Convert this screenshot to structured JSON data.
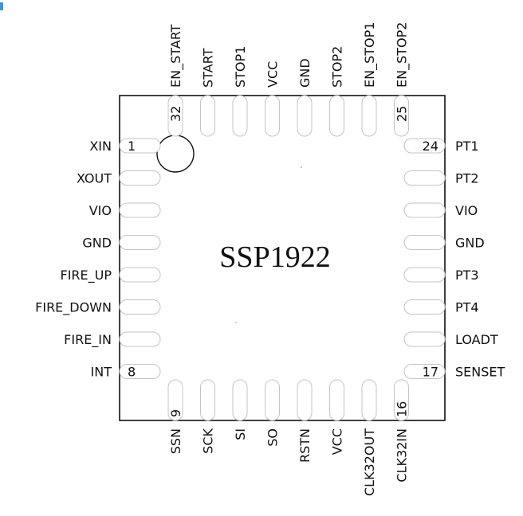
{
  "chip": {
    "name": "SSP1922"
  },
  "pins": {
    "left": [
      {
        "number": "1",
        "name": "XIN"
      },
      {
        "number": "",
        "name": "XOUT"
      },
      {
        "number": "",
        "name": "VIO"
      },
      {
        "number": "",
        "name": "GND"
      },
      {
        "number": "",
        "name": "FIRE_UP"
      },
      {
        "number": "",
        "name": "FIRE_DOWN"
      },
      {
        "number": "",
        "name": "FIRE_IN"
      },
      {
        "number": "8",
        "name": "INT"
      }
    ],
    "bottom": [
      {
        "number": "9",
        "name": "SSN"
      },
      {
        "number": "",
        "name": "SCK"
      },
      {
        "number": "",
        "name": "SI"
      },
      {
        "number": "",
        "name": "SO"
      },
      {
        "number": "",
        "name": "RSTN"
      },
      {
        "number": "",
        "name": "VCC"
      },
      {
        "number": "",
        "name": "CLK32OUT"
      },
      {
        "number": "16",
        "name": "CLK32IN"
      }
    ],
    "right": [
      {
        "number": "24",
        "name": "PT1"
      },
      {
        "number": "",
        "name": "PT2"
      },
      {
        "number": "",
        "name": "VIO"
      },
      {
        "number": "",
        "name": "GND"
      },
      {
        "number": "",
        "name": "PT3"
      },
      {
        "number": "",
        "name": "PT4"
      },
      {
        "number": "",
        "name": "LOADT"
      },
      {
        "number": "17",
        "name": "SENSET"
      }
    ],
    "top": [
      {
        "number": "32",
        "name": "EN_START"
      },
      {
        "number": "",
        "name": "START"
      },
      {
        "number": "",
        "name": "STOP1"
      },
      {
        "number": "",
        "name": "VCC"
      },
      {
        "number": "",
        "name": "GND"
      },
      {
        "number": "",
        "name": "STOP2"
      },
      {
        "number": "",
        "name": "EN_STOP1"
      },
      {
        "number": "25",
        "name": "EN_STOP2"
      }
    ]
  },
  "colors": {
    "outline": "#111111",
    "pad": "#c4c4c4",
    "text": "#111111"
  }
}
